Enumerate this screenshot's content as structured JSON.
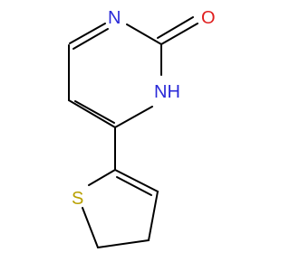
{
  "atoms": {
    "n_top": "N",
    "o_carbonyl": "O",
    "nh": "NH",
    "s_ring": "S"
  },
  "colors": {
    "bond": "#000000",
    "nitrogen": "#2a2ad8",
    "oxygen": "#e02020",
    "sulfur": "#b8a000"
  }
}
